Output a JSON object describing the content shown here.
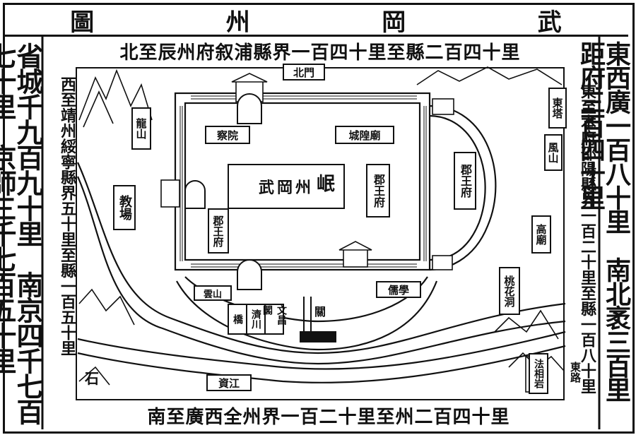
{
  "title": {
    "chars": [
      "圖",
      "州",
      "岡",
      "武"
    ]
  },
  "margins": {
    "left_column": "省城千九百九十里　南京四千七百七十里　京師三千七百五十里",
    "right_column": "東西廣一百八十里　南北袤三百里　距府三百四十里",
    "top_note": "北至辰州府叙浦縣界一百四十里至縣二百四十里",
    "bottom_note": "南至廣西全州界一百二十里至州二百四十里",
    "left_inner_note": "西至靖州綏寧縣界五十里至縣一百五十里",
    "right_inner_note": "東至本府邵陽縣界一百二十里至縣一百八十里"
  },
  "map": {
    "city_name": "武岡州",
    "yamen_right": "岷",
    "labels": {
      "north_gate": "北門",
      "temple": "城隍廟",
      "office_top_left": "察院",
      "prince_mansion": "郡王府",
      "left_prince_mansion": "郡王府",
      "right_prince_mansion": "郡王府",
      "school": "儒學",
      "teaching": "教場",
      "hills_left": "龍山",
      "east_tower": "東塔",
      "gaomiao": "高廟",
      "fengshan": "風山",
      "mountain_right": "法相岩",
      "river": "資江",
      "bridge": "橋",
      "temple_left": "雲山",
      "taoyuan": "桃花洞",
      "bottom_left_text": "石",
      "tower_gate_label": "關",
      "east_road": "東路",
      "riverside": "濟川",
      "wen": "文昌閣"
    }
  }
}
